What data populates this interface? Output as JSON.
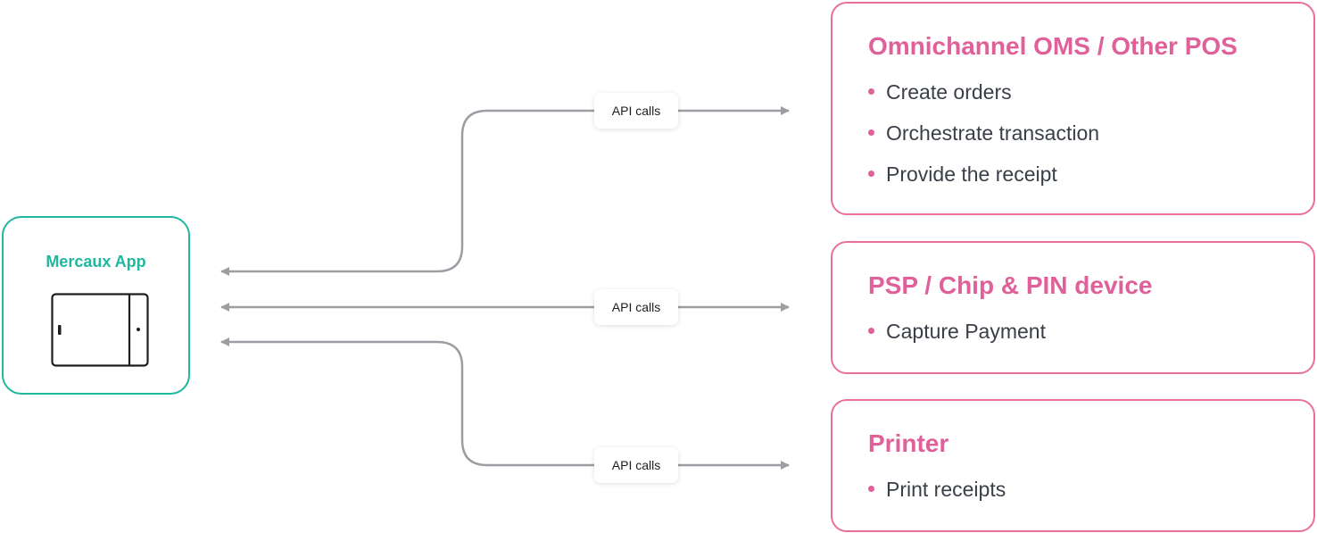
{
  "app": {
    "title": "Mercaux App",
    "icon": "tablet-icon"
  },
  "connectors": [
    {
      "label": "API calls",
      "direction": "bidirectional",
      "target": "Omnichannel OMS / Other POS"
    },
    {
      "label": "API calls",
      "direction": "bidirectional",
      "target": "PSP / Chip & PIN device"
    },
    {
      "label": "API calls",
      "direction": "bidirectional",
      "target": "Printer"
    }
  ],
  "services": [
    {
      "title": "Omnichannel OMS / Other POS",
      "items": [
        "Create orders",
        "Orchestrate transaction",
        "Provide the receipt"
      ]
    },
    {
      "title": "PSP / Chip & PIN device",
      "items": [
        "Capture Payment"
      ]
    },
    {
      "title": "Printer",
      "items": [
        "Print receipts"
      ]
    }
  ],
  "colors": {
    "app_accent": "#1fb79d",
    "service_accent": "#e0609a",
    "connector": "#9b9ea3",
    "text": "#3a3f47"
  }
}
